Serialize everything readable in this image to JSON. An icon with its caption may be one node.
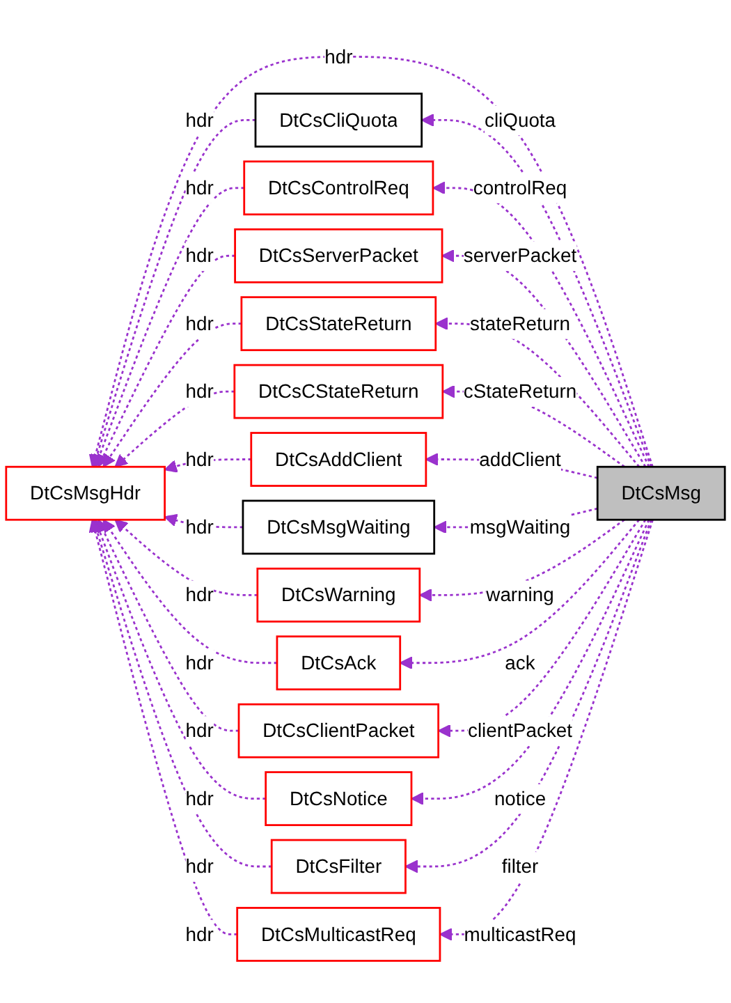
{
  "diagram": {
    "nodes": [
      {
        "text": [
          "DtCsMsgHdr"
        ]
      },
      {
        "text": [
          "DtCsCliQuota"
        ]
      },
      {
        "text": [
          "DtCsControlReq"
        ]
      },
      {
        "text": [
          "DtCsServerPacket"
        ]
      },
      {
        "text": [
          "DtCsStateReturn"
        ]
      },
      {
        "text": [
          "DtCsCStateReturn"
        ]
      },
      {
        "text": [
          "DtCsAddClient"
        ]
      },
      {
        "text": [
          "DtCsMsgWaiting"
        ]
      },
      {
        "text": [
          "DtCsWarning"
        ]
      },
      {
        "text": [
          "DtCsAck"
        ]
      },
      {
        "text": [
          "DtCsClientPacket"
        ]
      },
      {
        "text": [
          "DtCsNotice"
        ]
      },
      {
        "text": [
          "DtCsFilter"
        ]
      },
      {
        "text": [
          "DtCsMulticastReq"
        ]
      },
      {
        "text": [
          "DtCsMsg"
        ]
      }
    ],
    "edges": [
      {
        "from": 14,
        "to": 0,
        "arrow": "to",
        "label": "hdr",
        "style": "dashed"
      },
      {
        "from": 14,
        "to": 1,
        "arrow": "to",
        "label": "cliQuota",
        "style": "dashed"
      },
      {
        "from": 14,
        "to": 2,
        "arrow": "to",
        "label": "controlReq",
        "style": "dashed"
      },
      {
        "from": 14,
        "to": 3,
        "arrow": "to",
        "label": "serverPacket",
        "style": "dashed"
      },
      {
        "from": 14,
        "to": 4,
        "arrow": "to",
        "label": "stateReturn",
        "style": "dashed"
      },
      {
        "from": 14,
        "to": 5,
        "arrow": "to",
        "label": "cStateReturn",
        "style": "dashed"
      },
      {
        "from": 14,
        "to": 6,
        "arrow": "to",
        "label": "addClient",
        "style": "dashed"
      },
      {
        "from": 14,
        "to": 7,
        "arrow": "to",
        "label": "msgWaiting",
        "style": "dashed"
      },
      {
        "from": 14,
        "to": 8,
        "arrow": "to",
        "label": "warning",
        "style": "dashed"
      },
      {
        "from": 14,
        "to": 9,
        "arrow": "to",
        "label": "ack",
        "style": "dashed"
      },
      {
        "from": 14,
        "to": 10,
        "arrow": "to",
        "label": "clientPacket",
        "style": "dashed"
      },
      {
        "from": 14,
        "to": 11,
        "arrow": "to",
        "label": "notice",
        "style": "dashed"
      },
      {
        "from": 14,
        "to": 12,
        "arrow": "to",
        "label": "filter",
        "style": "dashed"
      },
      {
        "from": 14,
        "to": 13,
        "arrow": "to",
        "label": "multicastReq",
        "style": "dashed"
      },
      {
        "from": 1,
        "to": 0,
        "arrow": "to",
        "label": "hdr",
        "style": "dashed"
      },
      {
        "from": 2,
        "to": 0,
        "arrow": "to",
        "label": "hdr",
        "style": "dashed"
      },
      {
        "from": 3,
        "to": 0,
        "arrow": "to",
        "label": "hdr",
        "style": "dashed"
      },
      {
        "from": 4,
        "to": 0,
        "arrow": "to",
        "label": "hdr",
        "style": "dashed"
      },
      {
        "from": 5,
        "to": 0,
        "arrow": "to",
        "label": "hdr",
        "style": "dashed"
      },
      {
        "from": 6,
        "to": 0,
        "arrow": "to",
        "label": "hdr",
        "style": "dashed"
      },
      {
        "from": 7,
        "to": 0,
        "arrow": "to",
        "label": "hdr",
        "style": "dashed"
      },
      {
        "from": 8,
        "to": 0,
        "arrow": "to",
        "label": "hdr",
        "style": "dashed"
      },
      {
        "from": 9,
        "to": 0,
        "arrow": "to",
        "label": "hdr",
        "style": "dashed"
      },
      {
        "from": 10,
        "to": 0,
        "arrow": "to",
        "label": "hdr",
        "style": "dashed"
      },
      {
        "from": 11,
        "to": 0,
        "arrow": "to",
        "label": "hdr",
        "style": "dashed"
      },
      {
        "from": 12,
        "to": 0,
        "arrow": "to",
        "label": "hdr",
        "style": "dashed"
      },
      {
        "from": 13,
        "to": 0,
        "arrow": "to",
        "label": "hdr",
        "style": "dashed"
      }
    ]
  }
}
